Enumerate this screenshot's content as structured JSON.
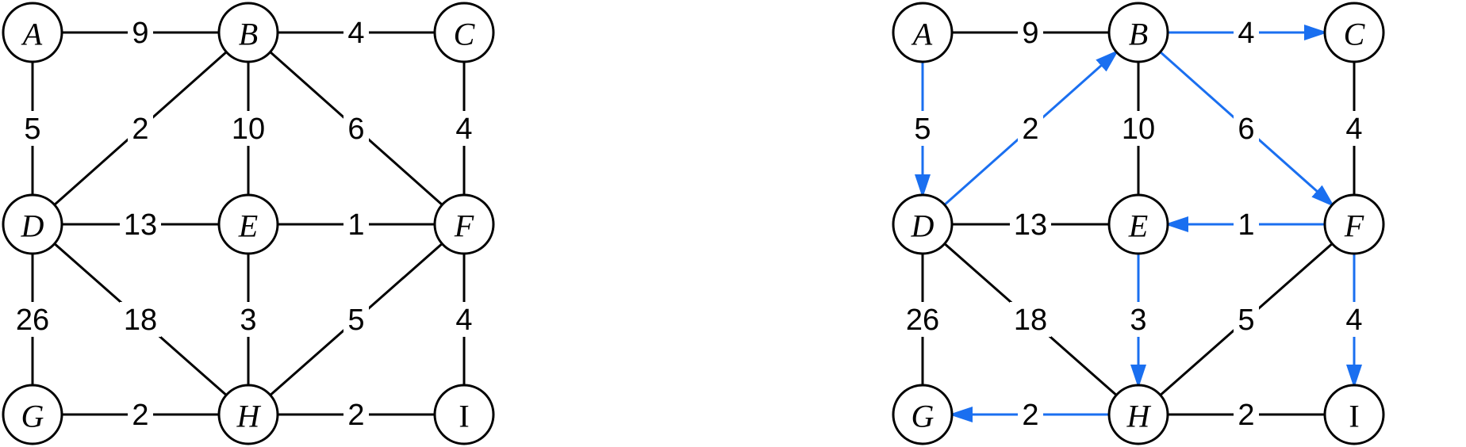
{
  "colors": {
    "default_edge": "#000000",
    "highlight_edge": "#1a6ff0"
  },
  "nodes": [
    {
      "id": "A",
      "label": "A"
    },
    {
      "id": "B",
      "label": "B"
    },
    {
      "id": "C",
      "label": "C"
    },
    {
      "id": "D",
      "label": "D"
    },
    {
      "id": "E",
      "label": "E"
    },
    {
      "id": "F",
      "label": "F"
    },
    {
      "id": "G",
      "label": "G"
    },
    {
      "id": "H",
      "label": "H"
    },
    {
      "id": "I",
      "label": "I"
    }
  ],
  "edges": [
    {
      "from": "A",
      "to": "B",
      "weight": "9"
    },
    {
      "from": "B",
      "to": "C",
      "weight": "4"
    },
    {
      "from": "A",
      "to": "D",
      "weight": "5"
    },
    {
      "from": "D",
      "to": "B",
      "weight": "2"
    },
    {
      "from": "B",
      "to": "E",
      "weight": "10"
    },
    {
      "from": "B",
      "to": "F",
      "weight": "6"
    },
    {
      "from": "C",
      "to": "F",
      "weight": "4"
    },
    {
      "from": "D",
      "to": "E",
      "weight": "13"
    },
    {
      "from": "F",
      "to": "E",
      "weight": "1"
    },
    {
      "from": "D",
      "to": "G",
      "weight": "26"
    },
    {
      "from": "D",
      "to": "H",
      "weight": "18"
    },
    {
      "from": "E",
      "to": "H",
      "weight": "3"
    },
    {
      "from": "F",
      "to": "H",
      "weight": "5"
    },
    {
      "from": "F",
      "to": "I",
      "weight": "4"
    },
    {
      "from": "H",
      "to": "G",
      "weight": "2"
    },
    {
      "from": "H",
      "to": "I",
      "weight": "2"
    }
  ],
  "graphs": [
    {
      "id": "original-graph",
      "highlighted": []
    },
    {
      "id": "shortest-path-tree",
      "highlighted": [
        "B-C",
        "A-D",
        "D-B",
        "B-F",
        "F-E",
        "E-H",
        "F-I",
        "H-G"
      ]
    }
  ]
}
